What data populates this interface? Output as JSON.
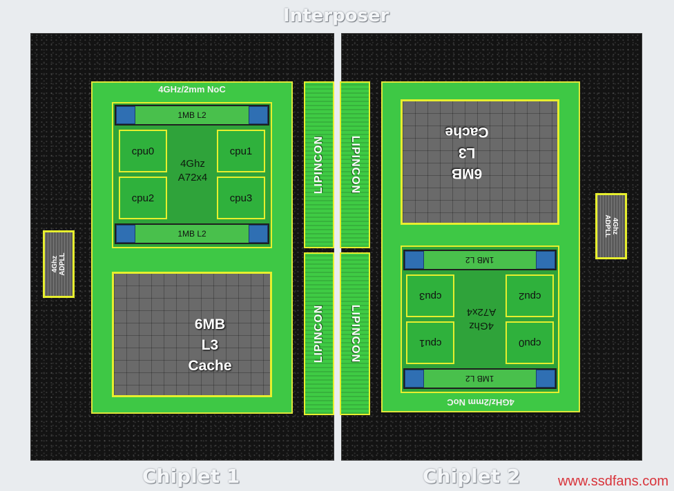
{
  "interposer_label": "Interposer",
  "chiplet1": {
    "label": "Chiplet 1",
    "noc": "4GHz/2mm NoC",
    "l2_top": "1MB L2",
    "l2_bottom": "1MB L2",
    "cpus": [
      "cpu0",
      "cpu1",
      "cpu2",
      "cpu3"
    ],
    "core_line1": "4Ghz",
    "core_line2": "A72x4",
    "l3_line1": "6MB",
    "l3_line2": "L3",
    "l3_line3": "Cache",
    "adpll_line1": "4Ghz",
    "adpll_line2": "ADPLL"
  },
  "chiplet2": {
    "label": "Chiplet 2",
    "noc": "4GHz/2mm NoC",
    "l2_top": "1MB L2",
    "l2_bottom": "1MB L2",
    "cpus": [
      "cpu0",
      "cpu1",
      "cpu2",
      "cpu3"
    ],
    "core_line1": "4Ghz",
    "core_line2": "A72x4",
    "l3_line1": "6MB",
    "l3_line2": "L3",
    "l3_line3": "Cache",
    "adpll_line1": "4Ghz",
    "adpll_line2": "ADPLL"
  },
  "lipincon": [
    "LIPINCON",
    "LIPINCON",
    "LIPINCON",
    "LIPINCON"
  ],
  "watermark": "www.ssdfans.com",
  "colors": {
    "noc_green": "#3ec845",
    "border_yellow": "#e7ef2e",
    "l2_blue": "#2f6fb3",
    "die_black": "#131313"
  }
}
